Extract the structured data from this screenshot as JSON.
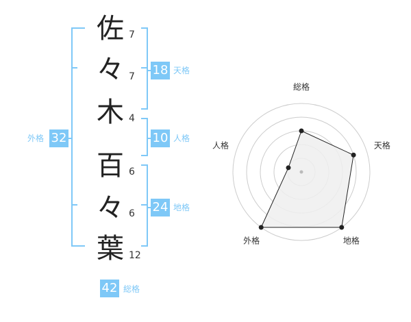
{
  "name_chars": [
    {
      "char": "佐",
      "strokes": "7"
    },
    {
      "char": "々",
      "strokes": "7"
    },
    {
      "char": "木",
      "strokes": "4"
    },
    {
      "char": "百",
      "strokes": "6"
    },
    {
      "char": "々",
      "strokes": "6"
    },
    {
      "char": "葉",
      "strokes": "12"
    }
  ],
  "kaku": {
    "tenkaku": {
      "value": "18",
      "label": "天格"
    },
    "jinkaku": {
      "value": "10",
      "label": "人格"
    },
    "chikaku": {
      "value": "24",
      "label": "地格"
    },
    "gaikaku": {
      "value": "32",
      "label": "外格"
    },
    "soukaku": {
      "value": "42",
      "label": "総格"
    }
  },
  "colors": {
    "accent": "#7ec8f7",
    "radar_fill": "#efefef",
    "grid": "#cccccc"
  },
  "chart_data": {
    "type": "radar",
    "axes": [
      "総格",
      "天格",
      "地格",
      "外格",
      "人格"
    ],
    "values": [
      3,
      4,
      5,
      5,
      1
    ],
    "max": 5
  }
}
